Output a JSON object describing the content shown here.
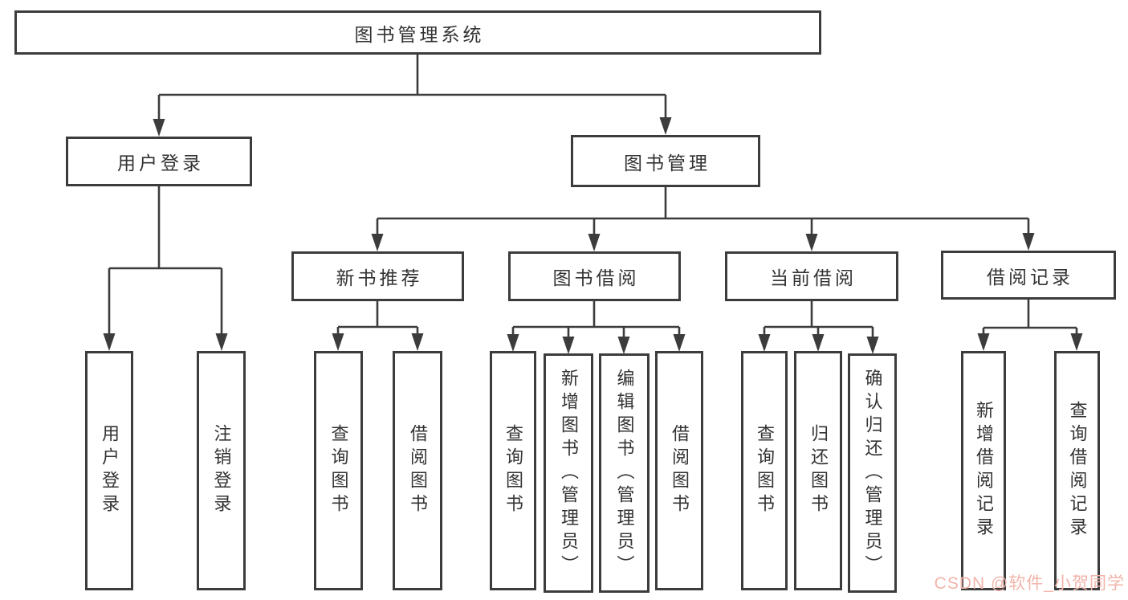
{
  "diagram": {
    "root": {
      "label": "图书管理系统"
    },
    "level1": [
      {
        "label": "用户登录"
      },
      {
        "label": "图书管理"
      }
    ],
    "level2": [
      {
        "label": "新书推荐",
        "parent": "图书管理"
      },
      {
        "label": "图书借阅",
        "parent": "图书管理"
      },
      {
        "label": "当前借阅",
        "parent": "图书管理"
      },
      {
        "label": "借阅记录",
        "parent": "图书管理"
      }
    ],
    "leaves": [
      {
        "label": "用户登录",
        "parent": "用户登录"
      },
      {
        "label": "注销登录",
        "parent": "用户登录"
      },
      {
        "label": "查询图书",
        "parent": "新书推荐"
      },
      {
        "label": "借阅图书",
        "parent": "新书推荐"
      },
      {
        "label": "查询图书",
        "parent": "图书借阅"
      },
      {
        "label": "新增图书（管理员）",
        "parent": "图书借阅"
      },
      {
        "label": "编辑图书（管理员）",
        "parent": "图书借阅"
      },
      {
        "label": "借阅图书",
        "parent": "图书借阅"
      },
      {
        "label": "查询图书",
        "parent": "当前借阅"
      },
      {
        "label": "归还图书",
        "parent": "当前借阅"
      },
      {
        "label": "确认归还（管理员）",
        "parent": "当前借阅"
      },
      {
        "label": "新增借阅记录",
        "parent": "借阅记录"
      },
      {
        "label": "查询借阅记录",
        "parent": "借阅记录"
      }
    ]
  },
  "watermark": {
    "text": "CSDN @软件_小贺同学",
    "color": "#f2b4aa"
  },
  "colors": {
    "line": "#3c3c3c",
    "box_border": "#3c3c3c",
    "box_background": "#ffffff",
    "text": "#333333",
    "background": "#ffffff"
  }
}
